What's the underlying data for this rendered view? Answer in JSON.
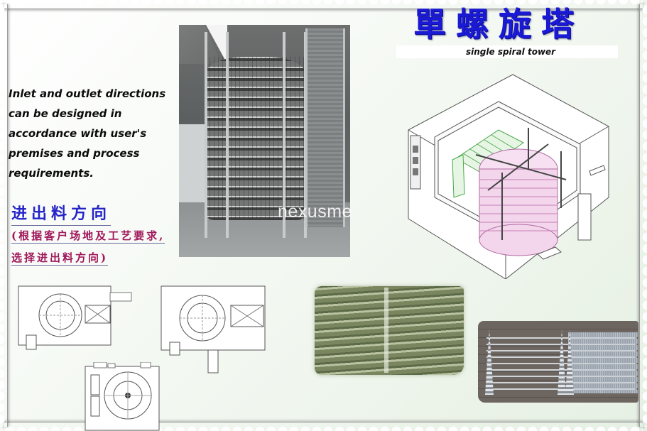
{
  "title": {
    "chinese": "單螺旋塔",
    "english": "single spiral tower",
    "color": "#1a1ad6"
  },
  "description": {
    "lines": [
      "Inlet and outlet directions",
      "can be designed in",
      "accordance with user's",
      "premises and process",
      "requirements."
    ]
  },
  "chinese_notes": {
    "heading": "进出料方向",
    "note_line_1": "(根据客户场地及工艺要求,",
    "note_line_2": "选择进出料方向)",
    "heading_color": "#2424c8",
    "note_color": "#a0185a"
  },
  "images": {
    "tower_photo": {
      "alt": "spiral tower installation photo"
    },
    "iso_drawing": {
      "alt": "isometric drawing of enclosed single spiral tower",
      "accent_pink": "#e6a3d6",
      "accent_green": "#5bbf5b"
    },
    "plan_drawings": [
      "plan view 1",
      "plan view 2",
      "plan view 3"
    ],
    "belt_photos": [
      "conveyor mesh belt green",
      "conveyor belt with rods"
    ]
  },
  "watermark": "nexusme"
}
